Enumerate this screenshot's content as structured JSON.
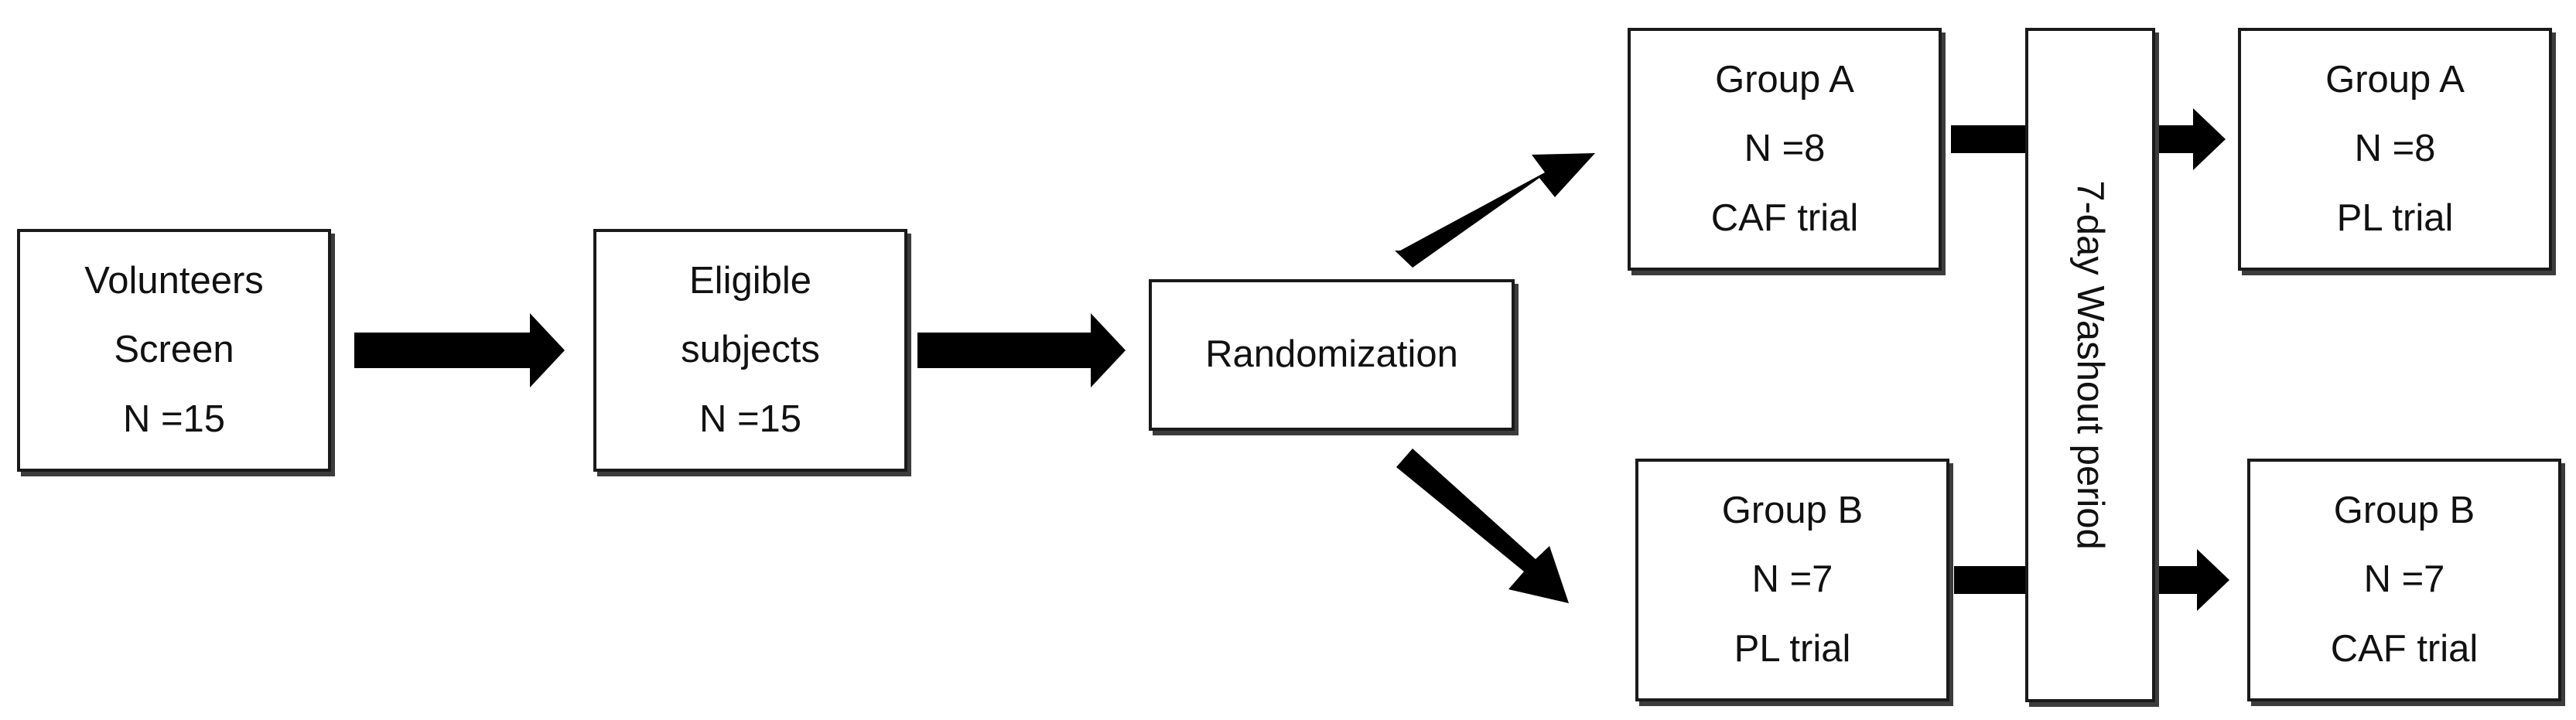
{
  "volunteers": {
    "lines": [
      "Volunteers",
      "Screen",
      "N =15"
    ]
  },
  "eligible": {
    "lines": [
      "Eligible",
      "subjects",
      "N =15"
    ]
  },
  "randomization": {
    "label": "Randomization"
  },
  "group_a_first": {
    "lines": [
      "Group A",
      "N =8",
      "CAF trial"
    ]
  },
  "group_b_first": {
    "lines": [
      "Group B",
      "N =7",
      "PL trial"
    ]
  },
  "washout": {
    "label": "7-day Washout period"
  },
  "group_a_second": {
    "lines": [
      "Group A",
      "N =8",
      "PL trial"
    ]
  },
  "group_b_second": {
    "lines": [
      "Group B",
      "N =7",
      "CAF trial"
    ]
  },
  "colors": {
    "stroke": "#1a1a1a",
    "arrow": "#000000",
    "shadow": "#3c3c3c"
  }
}
